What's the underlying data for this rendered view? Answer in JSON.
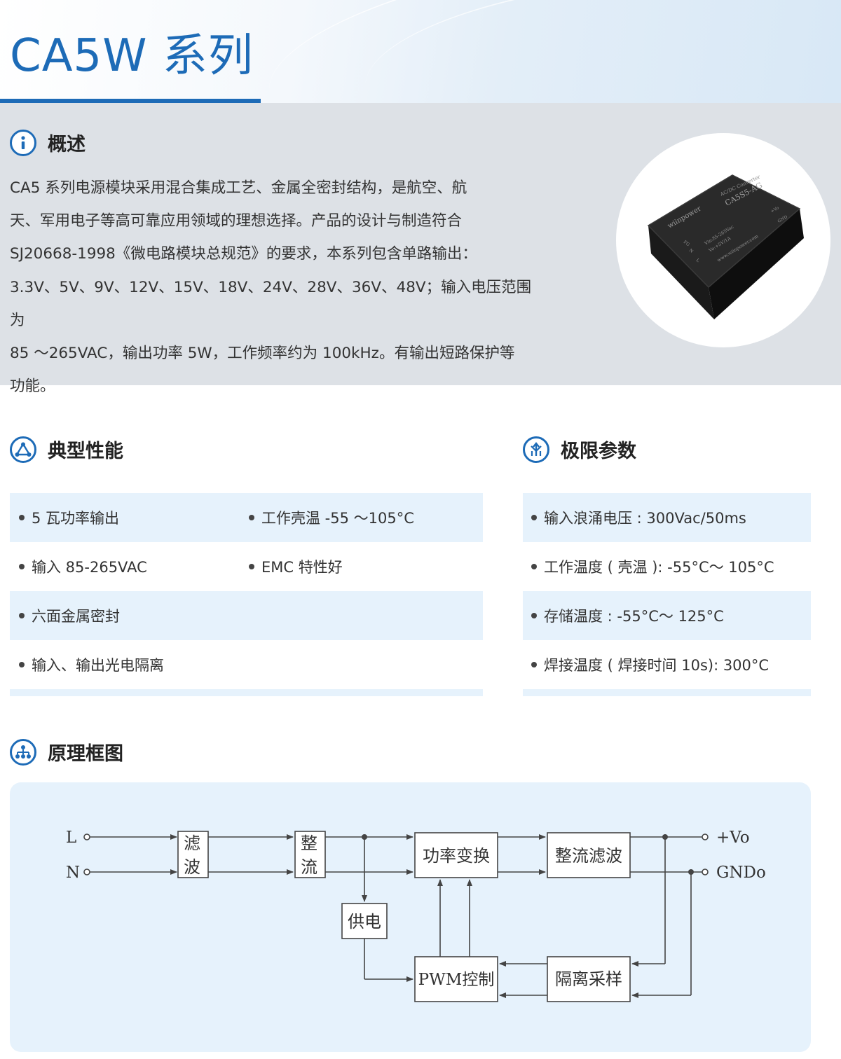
{
  "header": {
    "title": "CA5W 系列"
  },
  "overview": {
    "heading": "概述",
    "lines": [
      "CA5 系列电源模块采用混合集成工艺、金属全密封结构，是航空、航",
      "天、军用电子等高可靠应用领域的理想选择。产品的设计与制造符合",
      "SJ20668-1998《微电路模块总规范》的要求，本系列包含单路输出：",
      "3.3V、5V、9V、12V、15V、18V、24V、28V、36V、48V；输入电压范围为",
      "85 ～265VAC，输出功率 5W，工作频率约为 100kHz。有输出短路保护等",
      "功能。"
    ],
    "product_label": {
      "brand": "wiinpower",
      "model": "CA5S5-AG",
      "vin": "Vin:85-265Vac",
      "vout": "Vo:+5V/1A",
      "web": "www.wiinpower.com",
      "type": "AC/DC Converter",
      "pin_fg": "FG",
      "pin_n": "N",
      "pin_l": "L",
      "pin_vo": "+Vo",
      "pin_gnd": "GND"
    }
  },
  "performance": {
    "heading": "典型性能",
    "rows": [
      [
        "5 瓦功率输出",
        "工作壳温 -55 ～105°C"
      ],
      [
        "输入 85-265VAC",
        "EMC 特性好"
      ],
      [
        "六面金属密封",
        ""
      ],
      [
        "输入、输出光电隔离",
        ""
      ]
    ]
  },
  "limits": {
    "heading": "极限参数",
    "rows": [
      "输入浪涌电压 : 300Vac/50ms",
      "工作温度 ( 壳温 ): -55°C～ 105°C",
      "存储温度 : -55°C～ 125°C",
      "焊接温度 ( 焊接时间 10s): 300°C"
    ]
  },
  "block_diagram": {
    "heading": "原理框图",
    "input_l": "L",
    "input_n": "N",
    "filter_1": "滤",
    "filter_2": "波",
    "rectifier_1": "整",
    "rectifier_2": "流",
    "power_conversion": "功率变换",
    "rect_filter": "整流滤波",
    "output_pos": "+Vo",
    "output_gnd": "GNDo",
    "power_supply": "供电",
    "pwm_control": "PWM控制",
    "isolated_sampling": "隔离采样"
  },
  "colors": {
    "brand_blue": "#1d6bb7",
    "row_highlight": "#e6f2fc",
    "overview_bg": "#dde1e6"
  }
}
